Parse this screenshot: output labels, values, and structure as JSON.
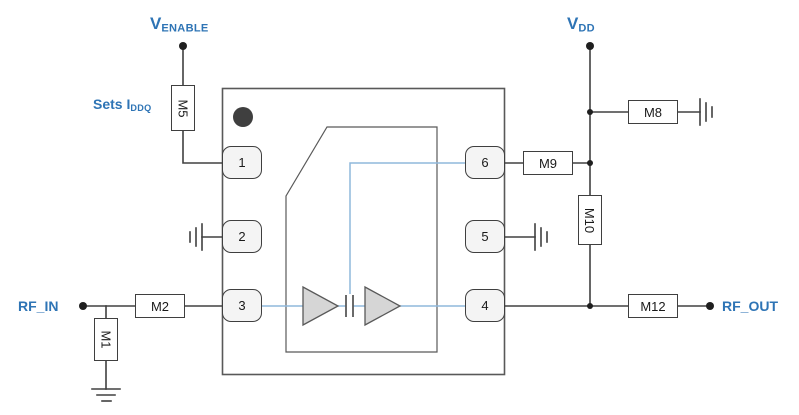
{
  "labels": {
    "v_enable_main": "V",
    "v_enable_sub": "ENABLE",
    "sets_iddq_main": "Sets I",
    "sets_iddq_sub": "DDQ",
    "vdd_main": "V",
    "vdd_sub": "DD",
    "rf_in": "RF_IN",
    "rf_out": "RF_OUT"
  },
  "components": {
    "m1": "M1",
    "m2": "M2",
    "m5": "M5",
    "m8": "M8",
    "m9": "M9",
    "m10": "M10",
    "m12": "M12"
  },
  "pins": {
    "p1": "1",
    "p2": "2",
    "p3": "3",
    "p4": "4",
    "p5": "5",
    "p6": "6"
  },
  "colors": {
    "label_blue": "#2e74b5",
    "wire": "#404040",
    "outline": "#595959",
    "signal_blue": "#8fb8dc",
    "amp_fill": "#d6d6d6",
    "pin_fill": "#f4f4f4",
    "box_border": "#3f3f3f",
    "pin1_marker": "#3f3f3f",
    "dot": "#1f1f1f"
  }
}
